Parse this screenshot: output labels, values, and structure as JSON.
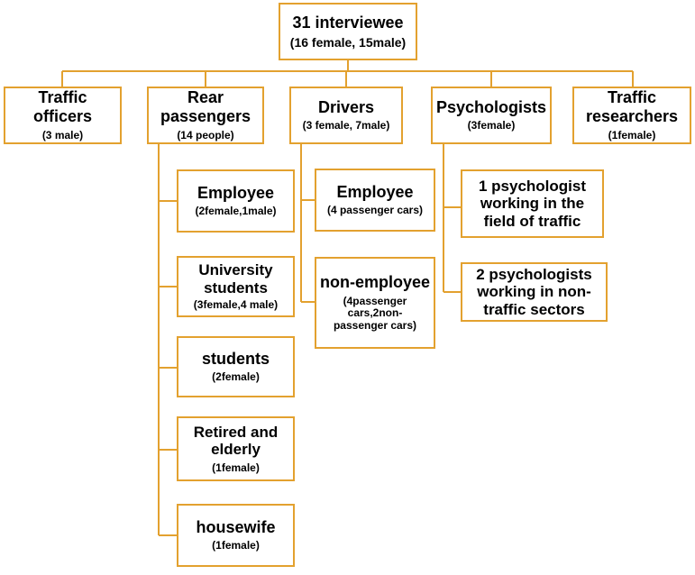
{
  "colors": {
    "border": "#e3a12f",
    "line": "#e3a12f",
    "text": "#000000"
  },
  "root": {
    "title": "31 interviewee",
    "sub": "(16 female, 15male)"
  },
  "categories": {
    "traffic_officers": {
      "title": "Traffic officers",
      "sub": "(3 male)"
    },
    "rear_passengers": {
      "title": "Rear passengers",
      "sub": "(14 people)"
    },
    "drivers": {
      "title": "Drivers",
      "sub": "(3 female, 7male)"
    },
    "psychologists": {
      "title": "Psychologists",
      "sub": "(3female)"
    },
    "traffic_researchers": {
      "title": "Traffic researchers",
      "sub": "(1female)"
    }
  },
  "rear_passengers_children": {
    "employee": {
      "title": "Employee",
      "sub": "(2female,1male)"
    },
    "university_students": {
      "title": "University students",
      "sub": "(3female,4 male)"
    },
    "students": {
      "title": "students",
      "sub": "(2female)"
    },
    "retired": {
      "title": "Retired and elderly",
      "sub": "(1female)"
    },
    "housewife": {
      "title": "housewife",
      "sub": "(1female)"
    }
  },
  "drivers_children": {
    "employee": {
      "title": "Employee",
      "sub": "(4 passenger cars)"
    },
    "non_employee": {
      "title": "non-employee",
      "sub": "(4passenger cars,2non-passenger cars)"
    }
  },
  "psychologists_children": {
    "traffic": {
      "title": "1 psychologist working in the field of traffic"
    },
    "non_traffic": {
      "title": "2 psychologists working in non-traffic sectors"
    }
  }
}
